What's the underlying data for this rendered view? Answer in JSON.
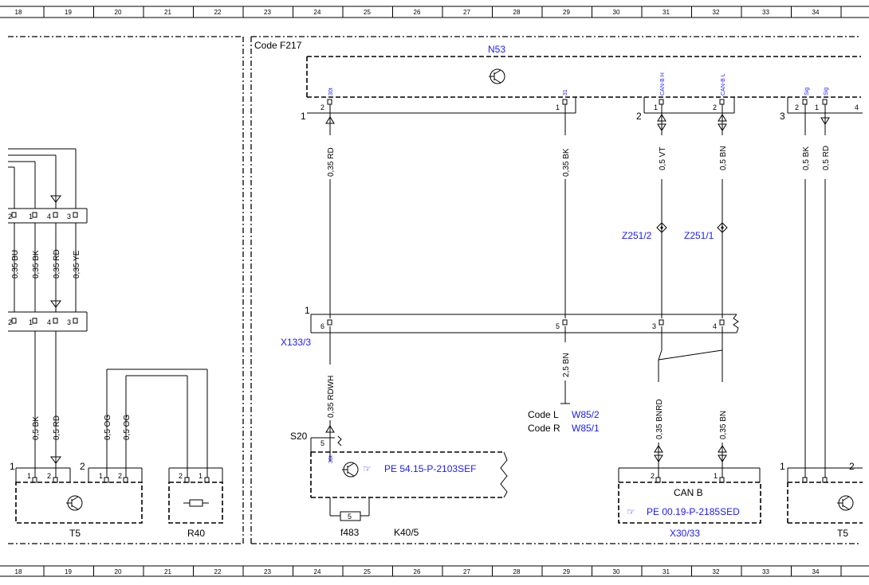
{
  "ruler": {
    "columns": [
      "18",
      "19",
      "20",
      "21",
      "22",
      "23",
      "24",
      "25",
      "26",
      "27",
      "28",
      "29",
      "30",
      "31",
      "32",
      "33",
      "34"
    ]
  },
  "zone": {
    "code_label": "Code F217"
  },
  "components": {
    "n53": {
      "label": "N53",
      "connector_num": "1",
      "connector_num_b": "2",
      "connector_num_c": "3",
      "pins": {
        "p30t": "30t",
        "p31": "31",
        "can_h": "CAN-B H",
        "can_l": "CAN-B L",
        "sig1": "Sig",
        "sig2": "Sig"
      },
      "pin_numbers": {
        "a": "2",
        "b": "1",
        "c": "1",
        "d": "2",
        "e": "2",
        "f": "1",
        "g": "4"
      }
    },
    "x133": {
      "label": "X133/3",
      "num": "1",
      "pins": [
        "6",
        "5",
        "3",
        "4"
      ]
    },
    "z251_2": {
      "label": "Z251/2"
    },
    "z251_1": {
      "label": "Z251/1"
    },
    "s20": {
      "label": "S20",
      "pin": "5",
      "pin30t": "30t"
    },
    "k40": {
      "label": "K40/5",
      "ref": "PE 54.15-P-2103SEF"
    },
    "f483": {
      "label": "f483",
      "value": "5"
    },
    "w85": {
      "line1_code": "Code L",
      "line1_ref": "W85/2",
      "line2_code": "Code R",
      "line2_ref": "W85/1"
    },
    "x30": {
      "label": "X30/33",
      "title": "CAN B",
      "ref": "PE 00.19-P-2185SED",
      "pins": [
        "2",
        "1"
      ]
    },
    "t5_left": {
      "label": "T5",
      "num": "1",
      "pins": [
        "1",
        "2"
      ]
    },
    "t5_right": {
      "label": "T5",
      "num": "1",
      "num2": "2"
    },
    "og_group": {
      "num": "2",
      "pins": [
        "1",
        "2"
      ]
    },
    "r40": {
      "label": "R40",
      "pins": [
        "2",
        "1"
      ]
    },
    "left_conn_top": {
      "pins": [
        "2",
        "1",
        "4",
        "3"
      ]
    },
    "left_conn_bot": {
      "pins": [
        "2",
        "1",
        "4",
        "3"
      ]
    }
  },
  "wires": {
    "w_035_rd": "0,35 RD",
    "w_035_bk": "0,35 BK",
    "w_05_vt": "0,5 VT",
    "w_05_bn": "0,5 BN",
    "w_05_bk": "0,5 BK",
    "w_05_rd": "0,5 RD",
    "w_25_bn": "2,5 BN",
    "w_035_rdwh": "0,35 RDWH",
    "w_035_bnrd": "0,35 BNRD",
    "w_035_bn": "0,35 BN",
    "l_035_bu": "0,35 BU",
    "l_035_bk": "0,35 BK",
    "l_035_rd": "0,35 RD",
    "l_035_ye": "0,35 YE",
    "l_05_bk": "0,5 BK",
    "l_05_rd": "0,5 RD",
    "l_05_og1": "0,5 OG",
    "l_05_og2": "0,5 OG"
  }
}
